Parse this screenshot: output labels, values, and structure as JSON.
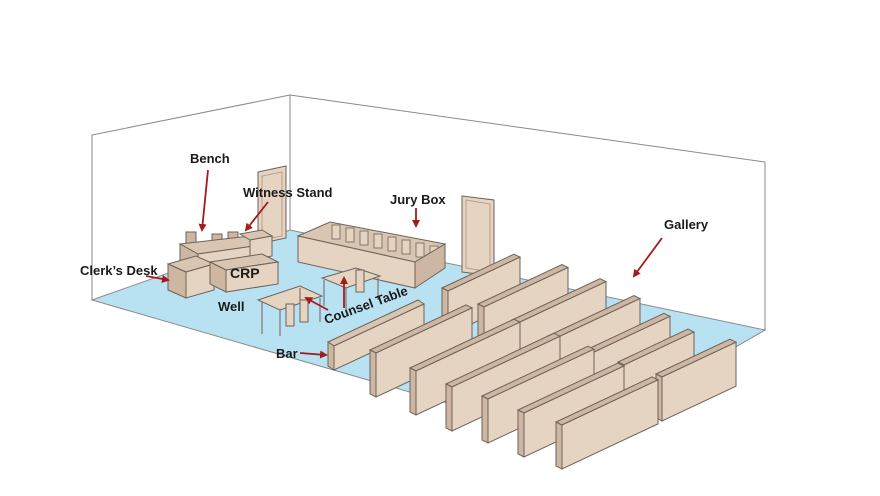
{
  "labels": {
    "bench": "Bench",
    "witness_stand": "Witness Stand",
    "jury_box": "Jury Box",
    "gallery": "Gallery",
    "clerks_desk": "Clerk’s Desk",
    "crp": "CRP",
    "well": "Well",
    "counsel_table": "Counsel Table",
    "bar": "Bar"
  },
  "colors": {
    "floor": "#b8e2f2",
    "furniture": "#e6d4c2",
    "furniture_dark": "#cdb7a2",
    "outline": "#6e6258",
    "arrow": "#a31b1b"
  }
}
